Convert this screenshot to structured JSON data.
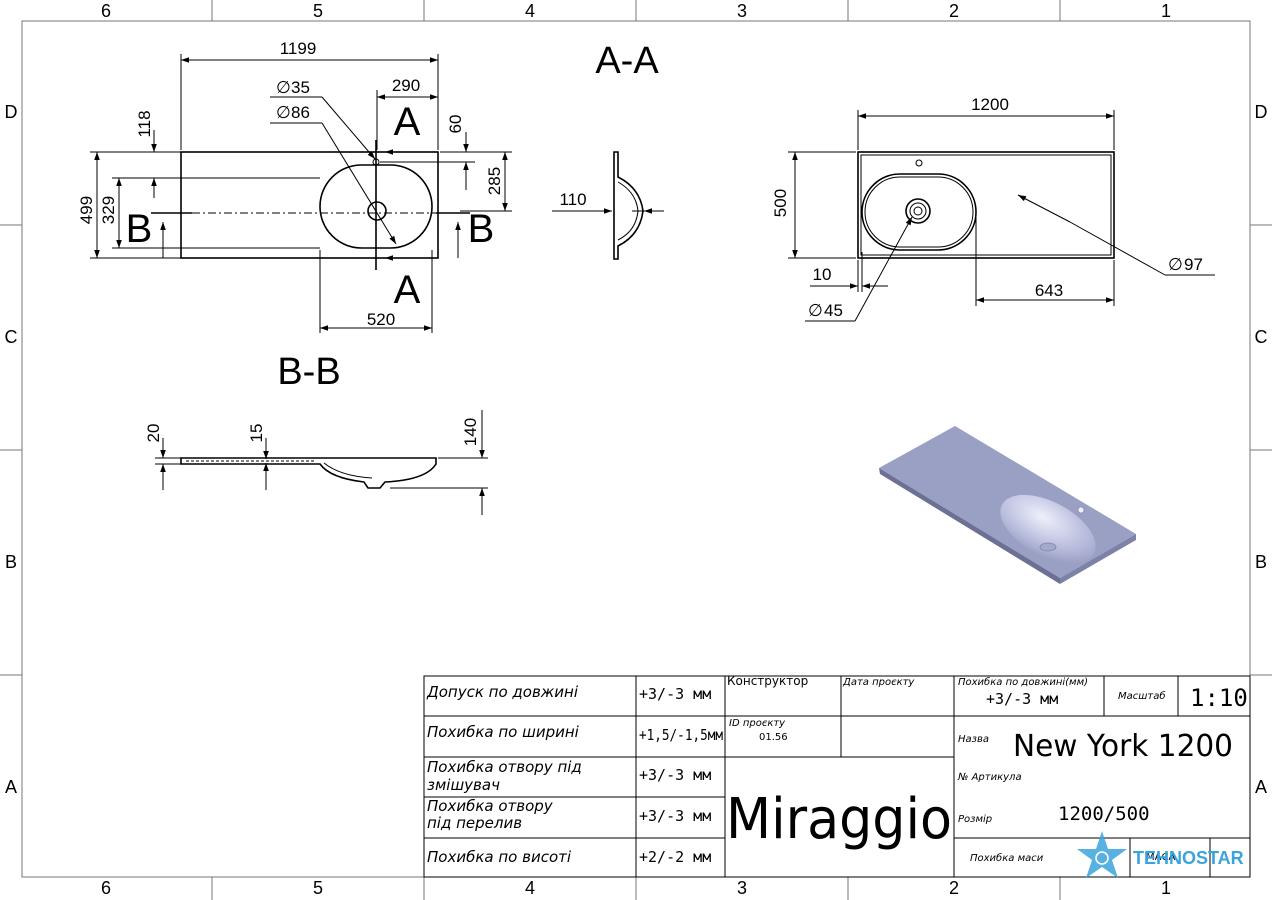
{
  "zones": {
    "columns": [
      "6",
      "5",
      "4",
      "3",
      "2",
      "1"
    ],
    "rows": [
      "D",
      "C",
      "B",
      "A"
    ]
  },
  "top_view": {
    "dims": {
      "length": "1199",
      "hole_offset": "290",
      "d_small": "35",
      "d_large": "86",
      "edge_118": "118",
      "width": "499",
      "inner_329": "329",
      "offset_60": "60",
      "depth_285": "285",
      "bowl_520": "520"
    },
    "section_letters": {
      "a_top": "A",
      "a_bottom": "A",
      "b_left": "B",
      "b_right": "B"
    }
  },
  "section_aa": {
    "title": "A-A",
    "dim": "110"
  },
  "section_bb": {
    "title": "B-B",
    "dims": {
      "t20": "20",
      "t15": "15",
      "h140": "140"
    }
  },
  "right_view": {
    "dims": {
      "length": "1200",
      "width": "500",
      "edge_10": "10",
      "bowl_643": "643",
      "d97": "97",
      "d45": "45"
    }
  },
  "tolerances": [
    {
      "label_lines": [
        "Допуск по довжині"
      ],
      "value": "+3/-3 мм"
    },
    {
      "label_lines": [
        "Похибка по ширині"
      ],
      "value": "+1,5/-1,5мм"
    },
    {
      "label_lines": [
        "Похибка отвору під",
        "змішувач"
      ],
      "value": "+3/-3 мм"
    },
    {
      "label_lines": [
        "Похибка отвору",
        "під перелив"
      ],
      "value": "+3/-3 мм"
    },
    {
      "label_lines": [
        "Похибка по висоті"
      ],
      "value": "+2/-2 мм"
    }
  ],
  "title_block": {
    "constructor_label": "Конструктор",
    "project_date_label": "Дата проєкту",
    "project_id_label": "ID проєкту",
    "project_id_value": "01.56",
    "brand": "Miraggio",
    "length_tol_label": "Похибка по довжині(мм)",
    "length_tol_value": "+3/-3 мм",
    "scale_label": "Масштаб",
    "scale_value": "1:10",
    "name_label": "Назва",
    "name_value": "New York 1200",
    "article_label": "№ Артикула",
    "size_label": "Розмір",
    "size_value": "1200/500",
    "mass_tol_label": "Похибка маси",
    "mass_label": "МАСА"
  },
  "watermark": {
    "text": "TEHNOSTAR",
    "color": "#3aa3dc"
  },
  "colors": {
    "render_top": "#9a9fc4",
    "render_edge": "#6c7094"
  }
}
